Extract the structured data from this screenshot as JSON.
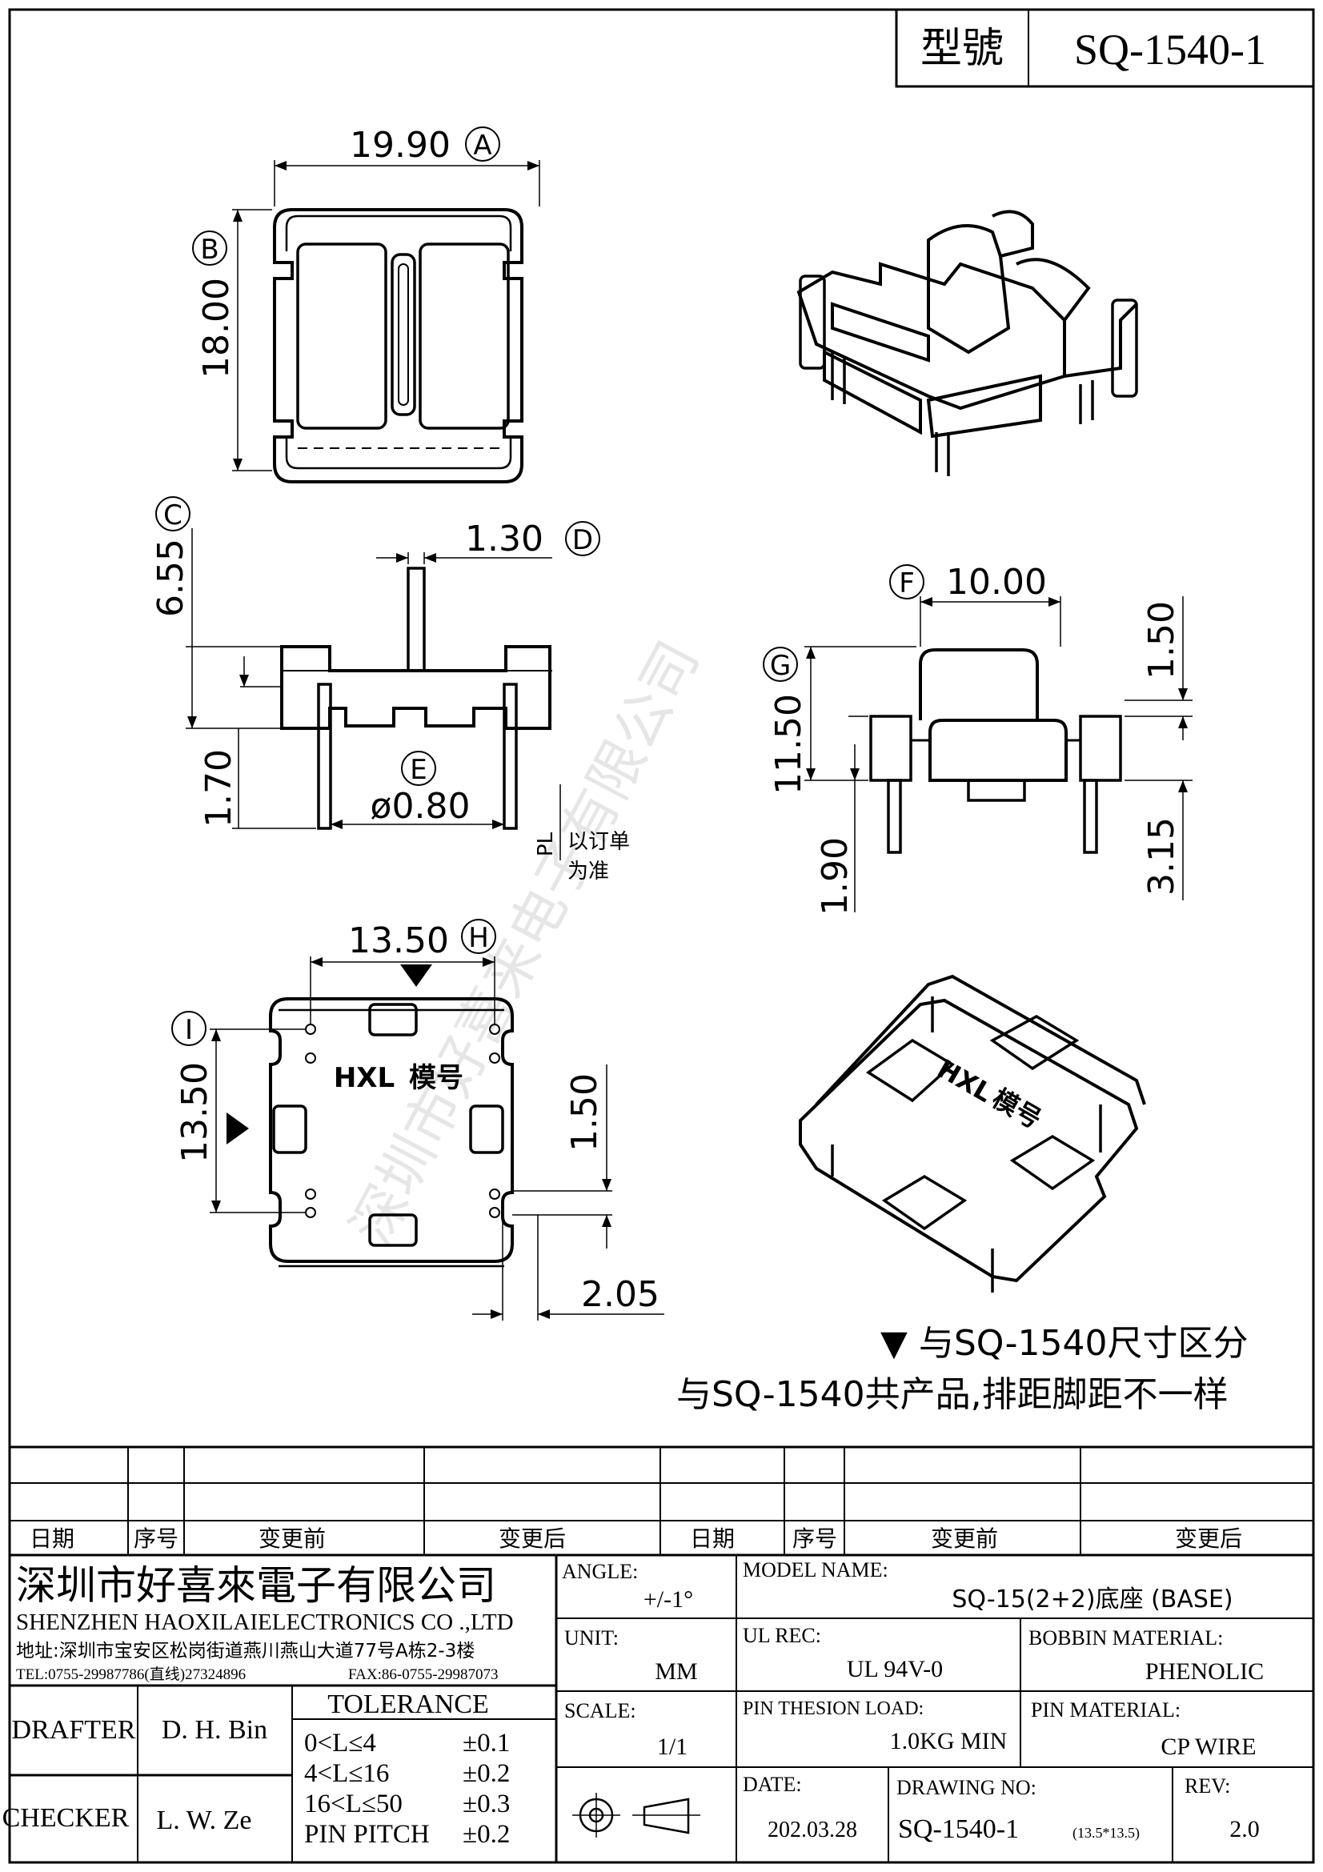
{
  "header": {
    "model_label": "型號",
    "model_value": "SQ-1540-1"
  },
  "dimensions": {
    "a": {
      "value": "19.90",
      "tag": "A"
    },
    "b": {
      "value": "18.00",
      "tag": "B"
    },
    "c": {
      "value": "6.55",
      "tag": "C"
    },
    "d": {
      "value": "1.30",
      "tag": "D"
    },
    "e": {
      "value": "ø0.80",
      "tag": "E"
    },
    "f": {
      "value": "10.00",
      "tag": "F"
    },
    "g": {
      "value": "11.50",
      "tag": "G"
    },
    "h": {
      "value": "13.50",
      "tag": "H"
    },
    "i": {
      "value": "13.50",
      "tag": "I"
    },
    "side_1_70": "1.70",
    "front_1_50": "1.50",
    "front_1_90": "1.90",
    "front_3_15": "3.15",
    "bottom_1_50": "1.50",
    "bottom_2_05": "2.05",
    "pl_label": "PL",
    "pl_note_1": "以订单",
    "pl_note_2": "为准"
  },
  "bottom_marking": {
    "logo": "HXL",
    "text": "模号"
  },
  "watermark": "深圳市好喜来电子有限公司",
  "notes": {
    "line1": "▼ 与SQ-1540尺寸区分",
    "line2": "与SQ-1540共产品,排距脚距不一样"
  },
  "revision_table": {
    "headers": [
      "日期",
      "序号",
      "变更前",
      "变更后",
      "日期",
      "序号",
      "变更前",
      "变更后"
    ]
  },
  "company": {
    "name_cn": "深圳市好喜來電子有限公司",
    "name_en": "SHENZHEN HAOXILAIELECTRONICS CO .,LTD",
    "address": "地址:深圳市宝安区松岗街道燕川燕山大道77号A栋2-3楼",
    "tel": "TEL:0755-29987786(直线)27324896",
    "fax": "FAX:86-0755-29987073"
  },
  "title_block": {
    "drafter_label": "DRAFTER",
    "drafter": "D. H. Bin",
    "checker_label": "CHECKER",
    "checker": "L. W. Ze",
    "tolerance_label": "TOLERANCE",
    "tolerances": [
      {
        "range": "0<L≤4",
        "tol": "±0.1"
      },
      {
        "range": "4<L≤16",
        "tol": "±0.2"
      },
      {
        "range": "16<L≤50",
        "tol": "±0.3"
      },
      {
        "range": "PIN PITCH",
        "tol": "±0.2"
      }
    ],
    "angle_label": "ANGLE:",
    "angle": "+/-1°",
    "unit_label": "UNIT:",
    "unit": "MM",
    "scale_label": "SCALE:",
    "scale": "1/1",
    "model_name_label": "MODEL NAME:",
    "model_name": "SQ-15(2+2)底座 (BASE)",
    "ul_label": "UL REC:",
    "ul": "UL 94V-0",
    "bobbin_label": "BOBBIN MATERIAL:",
    "bobbin": "PHENOLIC",
    "pin_load_label": "PIN THESION LOAD:",
    "pin_load": "1.0KG MIN",
    "pin_material_label": "PIN MATERIAL:",
    "pin_material": "CP   WIRE",
    "date_label": "DATE:",
    "date": "202.03.28",
    "drawing_no_label": "DRAWING NO:",
    "drawing_no": "SQ-1540-1",
    "drawing_no_size": "(13.5*13.5)",
    "rev_label": "REV:",
    "rev": "2.0"
  }
}
